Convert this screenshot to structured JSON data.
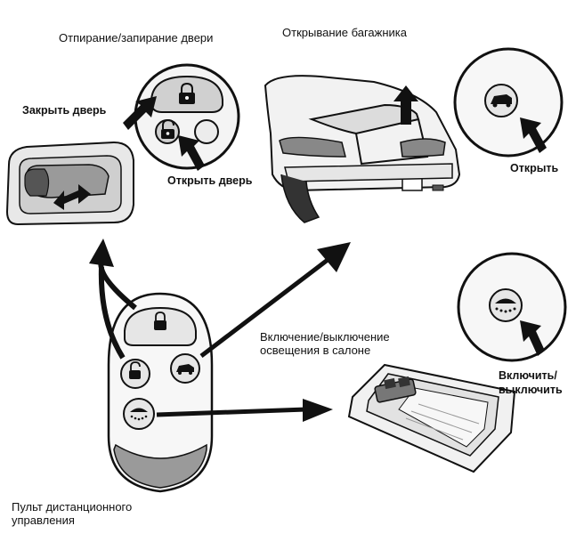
{
  "labels": {
    "door_title": "Отпирание/запирание двери",
    "trunk_title": "Открывание багажника",
    "close_door": "Закрыть дверь",
    "open_door": "Открыть дверь",
    "open": "Открыть",
    "light_toggle_line1": "Включение/выключение",
    "light_toggle_line2": "освещения в салоне",
    "on_off_line1": "Включить/",
    "on_off_line2": "выключить",
    "remote_line1": "Пульт дистанционного",
    "remote_line2": "управления"
  },
  "icons": [
    "lock-icon",
    "unlock-icon",
    "trunk-icon",
    "interior-light-icon",
    "arrow-icon"
  ]
}
